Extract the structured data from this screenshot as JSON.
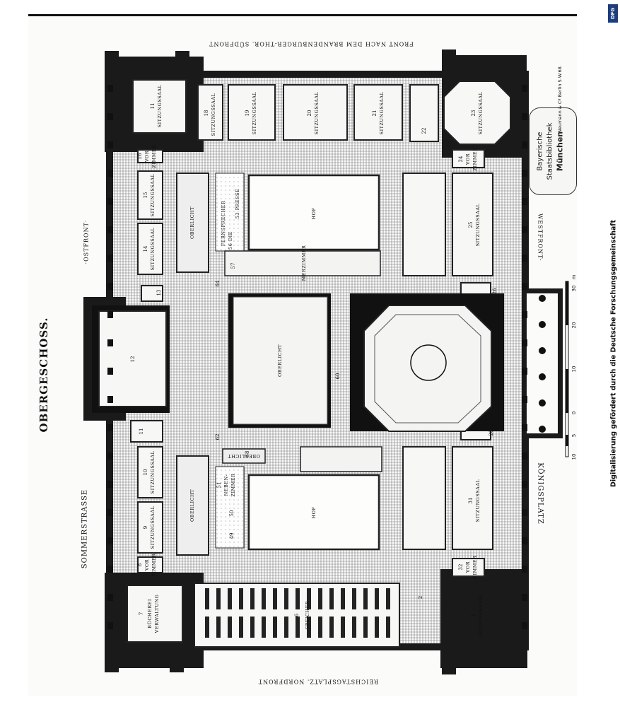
{
  "title": "OBERGESCHOSS.",
  "streets": {
    "east_street": "SOMMERSTRASSE",
    "east_front": "·OSTFRONT·",
    "west_front": "WESTFRONT·",
    "west_square": "KÖNIGSPLATZ",
    "north_front": "REICHSTAGSPLATZ. NORDFRONT",
    "south_front": "FRONT NACH DEM BRANDENBURGER-THOR. SÜDFRONT"
  },
  "rooms": {
    "r1": "SITZUNGSSAAL",
    "r1n": "1",
    "r7a": "BÜCHEREI",
    "r7b": "VERWALTUNG",
    "r7n": "7",
    "r8a": "VOR",
    "r8b": "ZIMMER",
    "r8n": "8",
    "r9": "SITZUNGSSAAL",
    "r9n": "9",
    "r10": "SITZUNGSSAAL",
    "r10n": "10",
    "r11n": "11",
    "r11": "SITZUNGSSAAL",
    "r14": "SITZUNGSSAAL",
    "r14n": "14",
    "r15": "SITZUNGSSAAL",
    "r15n": "15",
    "r16a": "VOR",
    "r16b": "ZIMMER",
    "r16n": "16",
    "r18": "SITZUNGSSAAL",
    "r18n": "18",
    "r19": "SITZUNGSSAAL",
    "r19n": "19",
    "r20": "SITZUNGSSAAL",
    "r20n": "20",
    "r21": "SITZUNGSSAAL",
    "r21n": "21",
    "r23": "SITZUNGSSAAL",
    "r23n": "23",
    "r24a": "VOR",
    "r24b": "ZIMMER",
    "r24n": "24",
    "r25": "SITZUNGSSAAL",
    "r25n": "25",
    "r31": "SITZUNGSSAAL",
    "r31n": "31",
    "r32a": "VOR",
    "r32b": "ZIMMER",
    "r32n": "32",
    "r51a": "NEBEN-",
    "r51b": "ZIMMER",
    "r51n": "51",
    "r55": "FERNSPRECHER",
    "r56": "56 DIE",
    "r53": "53 PRESSE",
    "oberlicht_e": "OBERLICHT",
    "oberlicht_c": "OBERLICHT",
    "oberlicht_w": "OBERLICHT",
    "oberlicht_s": "OBERLICHT",
    "hof_n": "HOF",
    "hof_s": "HOF",
    "r6": "SPEICHER",
    "r6n": "6",
    "r26n": "26",
    "r28n": "28",
    "r22n": "22",
    "r13n": "13",
    "r12n": "12",
    "r57n": "57",
    "r60n": "60",
    "r62n": "62",
    "r64n": "64",
    "r50n": "50",
    "r49n": "49",
    "r58n": "58",
    "r2n": "2",
    "mz": "MERZIMMER"
  },
  "stamp": {
    "line1": "Bayerische",
    "line2": "Staatsbibliothek",
    "line3": "München",
    "printer": "Neumann & Cº Berlin S.W.68."
  },
  "scale": {
    "unit": "m",
    "ticks": [
      "30",
      "20",
      "10",
      "0",
      "5",
      "10"
    ]
  },
  "side_note": "Digitalisierung gefördert durch die Deutsche Forschungsgemeinschaft",
  "dfg_logo": "DFG",
  "colors": {
    "ink": "#111111",
    "paper": "#fbfbfa",
    "hatch": "#8a8a8a",
    "wall": "#1a1a1a"
  }
}
